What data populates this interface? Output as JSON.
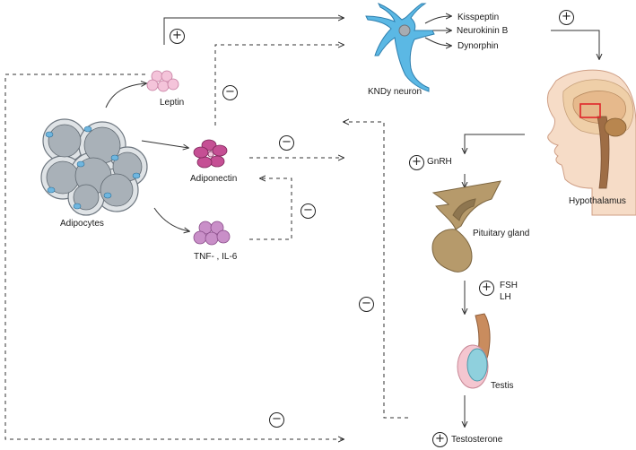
{
  "labels": {
    "adipocytes": "Adipocytes",
    "leptin": "Leptin",
    "adiponectin": "Adiponectin",
    "tnf": "TNF- , IL-6",
    "kndy": "KNDy neuron",
    "kisspeptin": "Kisspeptin",
    "neurokinin": "Neurokinin B",
    "dynorphin": "Dynorphin",
    "hypothalamus": "Hypothalamus",
    "gnrh": "GnRH",
    "pituitary": "Pituitary gland",
    "fsh": "FSH",
    "lh": "LH",
    "testis": "Testis",
    "testosterone": "Testosterone"
  },
  "signs": {
    "plus": "+",
    "minus": "−"
  },
  "colors": {
    "neuron": "#5bb8e4",
    "adipocyte_fill": "#a9b1b8",
    "adipocyte_nucleus": "#6fb6df",
    "leptin": "#f4c4da",
    "adiponectin": "#c54f94",
    "tnf": "#c98fc8",
    "pituitary": "#b69a6b",
    "testis_outer": "#f4c6d0",
    "testis_inner": "#8fd0dd",
    "head_skin": "#f6dcc7",
    "highlight_box": "#e0262a"
  }
}
